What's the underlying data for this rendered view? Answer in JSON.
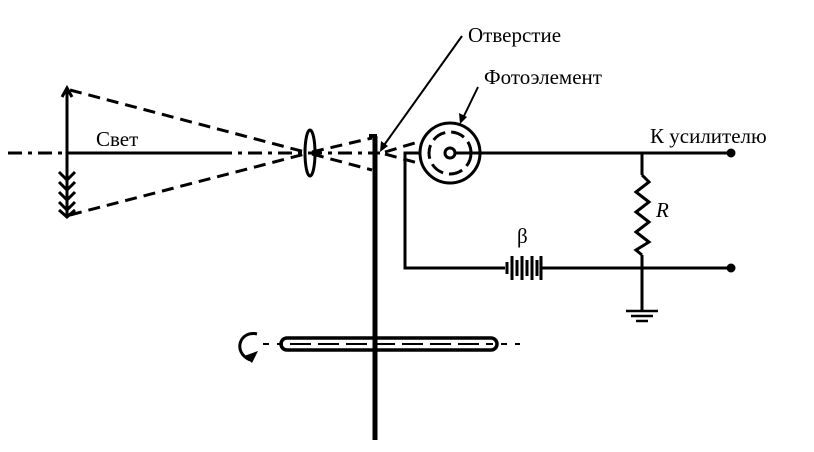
{
  "labels": {
    "aperture": "Отверстие",
    "photocell": "Фотоэлемент",
    "light": "Свет",
    "to_amplifier": "К усилителю",
    "resistor": "R",
    "battery": "β"
  },
  "colors": {
    "ink": "#000000",
    "background": "#ffffff"
  }
}
